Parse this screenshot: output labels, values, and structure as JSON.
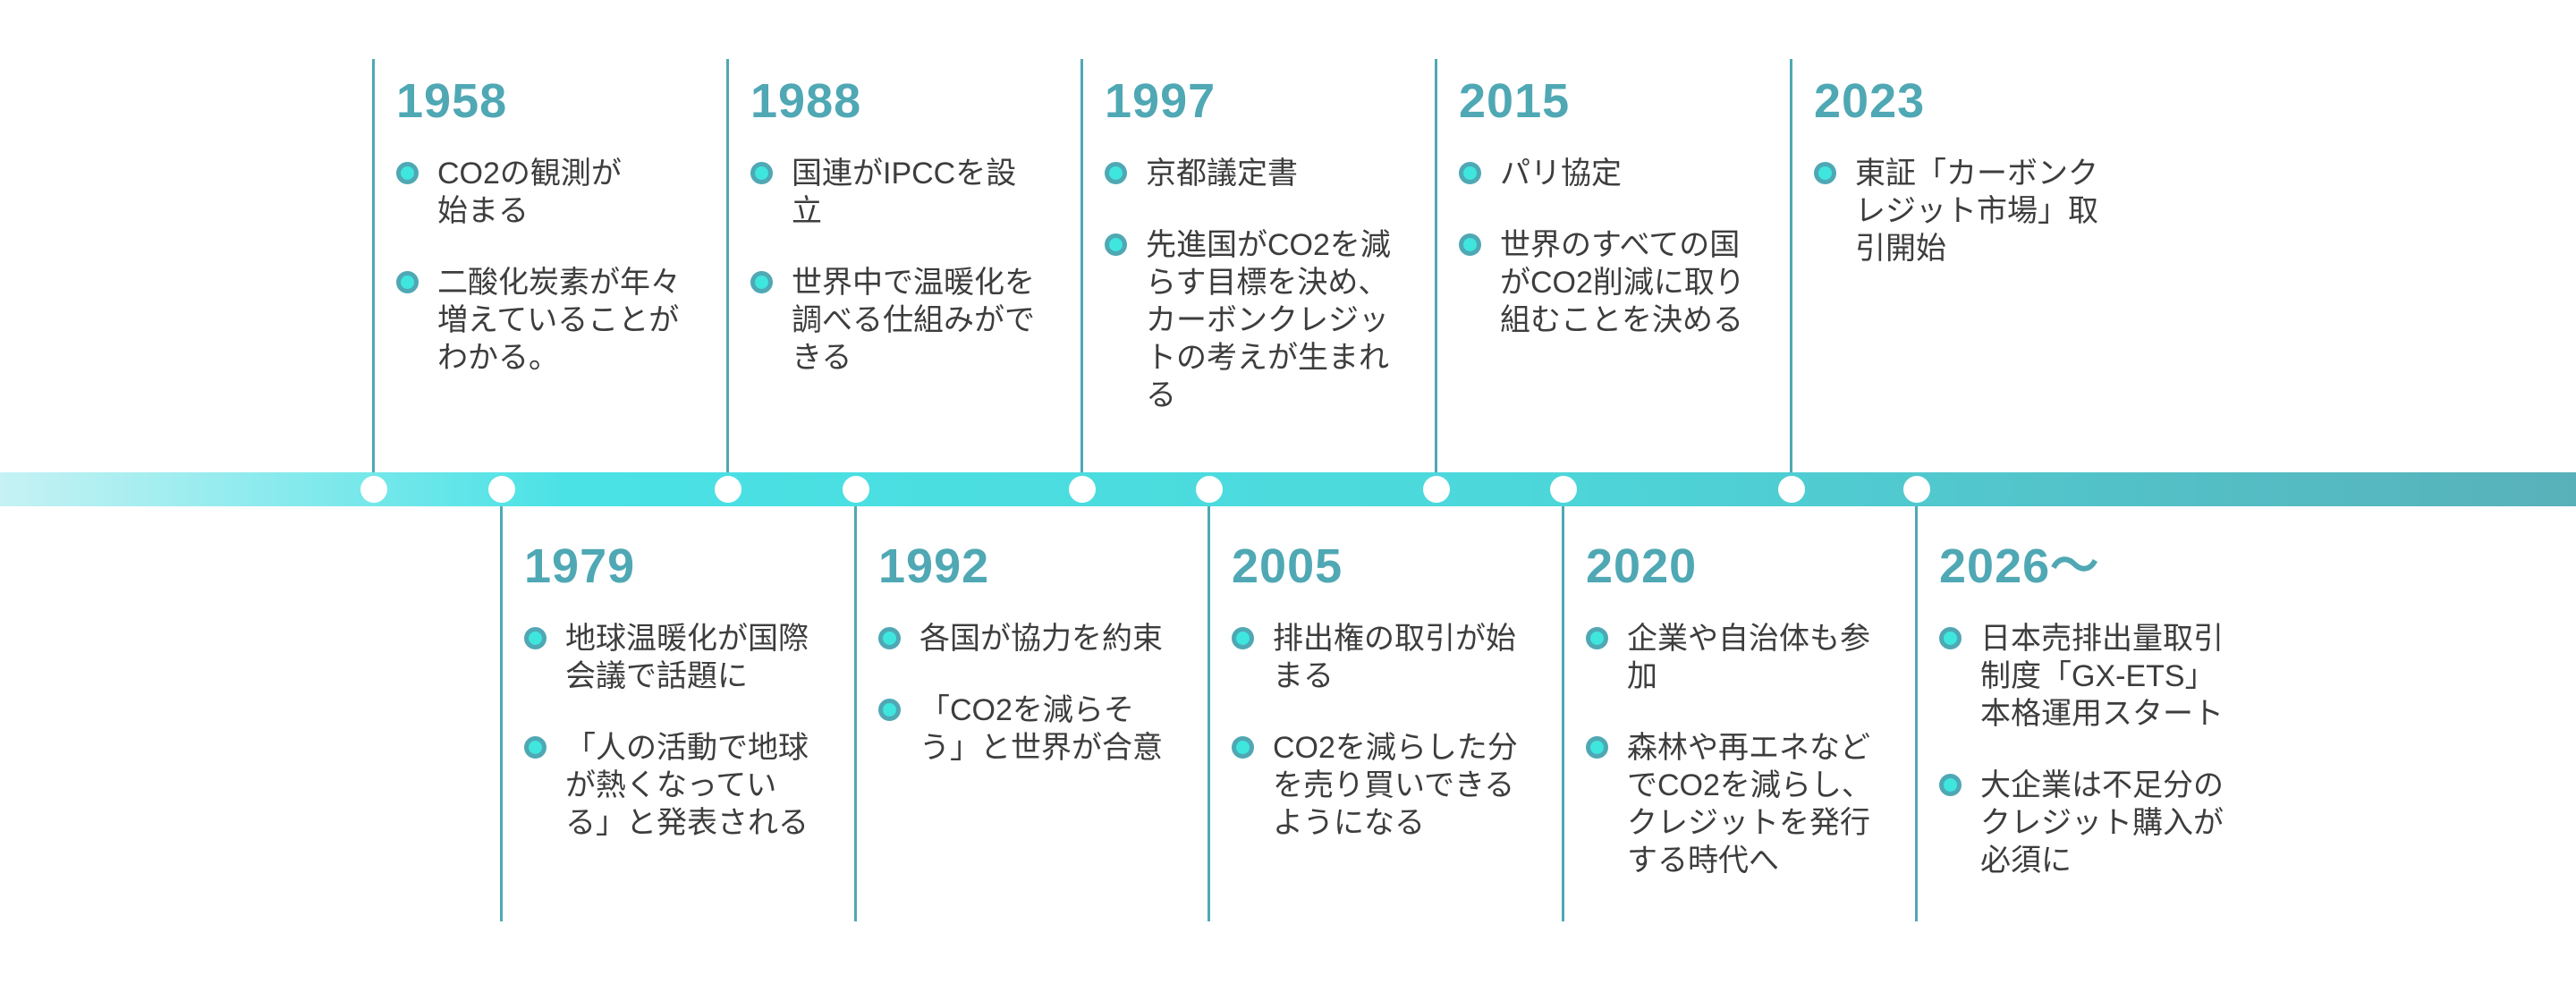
{
  "page": {
    "background": "#ffffff",
    "description_of_widget": "carbon-credit-history-timeline"
  },
  "colors": {
    "accent_teal": "#4fa8b4",
    "bullet_fill": "#3ee6de",
    "node_dot": "#ffffff",
    "body_text": "#3d3d3d",
    "bar_gradient_left": "#c6f2f4",
    "bar_gradient_bright": "#4ae2e5",
    "bar_gradient_mid": "#4cd8db",
    "bar_gradient_right": "#58b1ba"
  },
  "timeline": {
    "top_row": [
      {
        "year": "1958",
        "points": [
          "CO2の観測が\n始まる",
          "二酸化炭素が年々\n増えていることが\nわかる。"
        ]
      },
      {
        "year": "1988",
        "points": [
          "国連がIPCCを設\n立",
          "世界中で温暖化を\n調べる仕組みがで\nきる"
        ]
      },
      {
        "year": "1997",
        "points": [
          "京都議定書",
          "先進国がCO2を減\nらす目標を決め、\nカーボンクレジッ\nトの考えが生まれ\nる"
        ]
      },
      {
        "year": "2015",
        "points": [
          "パリ協定",
          "世界のすべての国\nがCO2削減に取り\n組むことを決める"
        ]
      },
      {
        "year": "2023",
        "points": [
          "東証「カーボンク\nレジット市場」取\n引開始"
        ]
      }
    ],
    "bottom_row": [
      {
        "year": "1979",
        "points": [
          "地球温暖化が国際\n会議で話題に",
          "「人の活動で地球\nが熱くなってい\nる」と発表される"
        ]
      },
      {
        "year": "1992",
        "points": [
          "各国が協力を約束",
          "「CO2を減らそ\nう」と世界が合意"
        ]
      },
      {
        "year": "2005",
        "points": [
          "排出権の取引が始\nまる",
          "CO2を減らした分\nを売り買いできる\nようになる"
        ]
      },
      {
        "year": "2020",
        "points": [
          "企業や自治体も参\n加",
          "森林や再エネなど\nでCO2を減らし、\nクレジットを発行\nする時代へ"
        ]
      },
      {
        "year": "2026〜",
        "points": [
          "日本売排出量取引\n制度「GX-ETS」\n本格運用スタート",
          "大企業は不足分の\nクレジット購入が\n必須に"
        ]
      }
    ]
  }
}
